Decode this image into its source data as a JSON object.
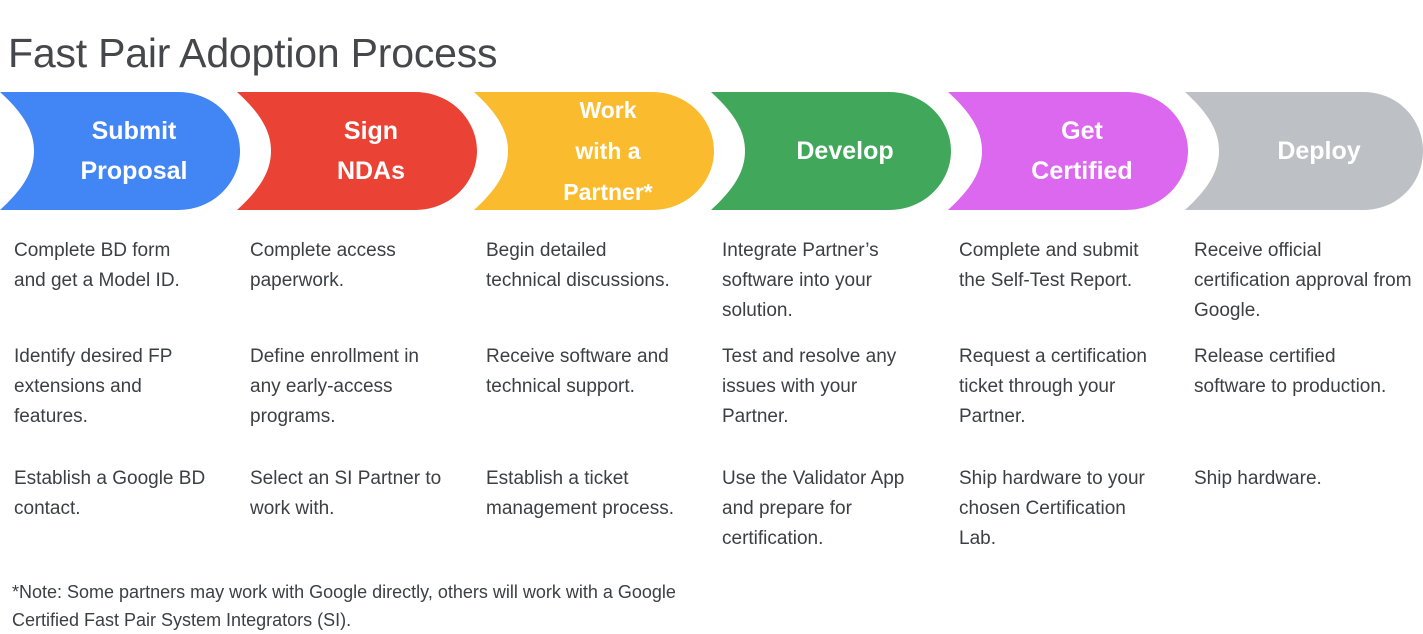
{
  "page": {
    "title": "Fast Pair Adoption Process",
    "footnote": "*Note: Some partners may work with Google directly, others will work with a Google Certified Fast Pair System Integrators (SI)."
  },
  "stages": [
    {
      "label": "Submit\nProposal",
      "color": "#4285f4",
      "text_color": "#ffffff"
    },
    {
      "label": "Sign\nNDAs",
      "color": "#ea4335",
      "text_color": "#ffffff"
    },
    {
      "label": "Work\nwith a\nPartner*",
      "color": "#fabc2e",
      "text_color": "#ffffff"
    },
    {
      "label": "Develop",
      "color": "#41a85b",
      "text_color": "#ffffff"
    },
    {
      "label": "Get\nCertified",
      "color": "#dc68f0",
      "text_color": "#ffffff"
    },
    {
      "label": "Deploy",
      "color": "#bdc1c6",
      "text_color": "#ffffff"
    }
  ],
  "details": [
    [
      "Complete BD form and get a Model ID.",
      "Complete access paperwork.",
      "Begin detailed technical discussions.",
      "Integrate Partner’s software into your solution.",
      "Complete and submit the Self-Test Report.",
      "Receive official certification approval from Google."
    ],
    [
      "Identify desired FP extensions and features.",
      "Define enrollment in any early-access programs.",
      "Receive software and technical support.",
      "Test and resolve any issues with your Partner.",
      "Request a certification ticket through your Partner.",
      "Release certified software to production."
    ],
    [
      "Establish a Google BD contact.",
      "Select an SI Partner to work with.",
      "Establish a ticket management process.",
      "Use the Validator App and prepare for certification.",
      "Ship hardware to your chosen Certification Lab.",
      "Ship hardware."
    ]
  ]
}
